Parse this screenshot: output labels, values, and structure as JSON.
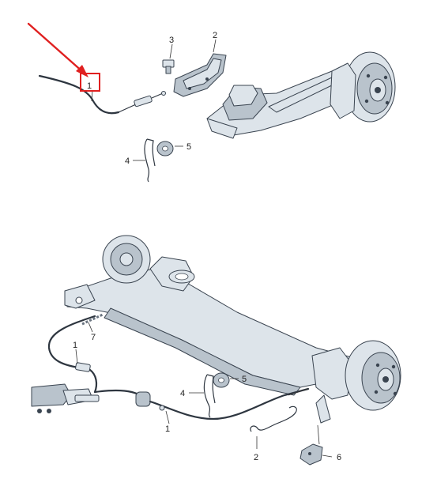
{
  "callouts": {
    "top": {
      "cable": "1",
      "bracket": "2",
      "bolt": "3",
      "spring": "4",
      "washer": "5"
    },
    "bottom": {
      "cable_left": "1",
      "cable_right": "1",
      "clip": "2",
      "spring": "4",
      "washer": "5",
      "holder": "6",
      "tube": "7"
    }
  },
  "colors": {
    "highlight": "#e02020",
    "line": "#3a4450",
    "metal": "#dde4ea"
  },
  "icons": {
    "pointer": "red-arrow-icon",
    "highlight": "red-box-highlight"
  }
}
